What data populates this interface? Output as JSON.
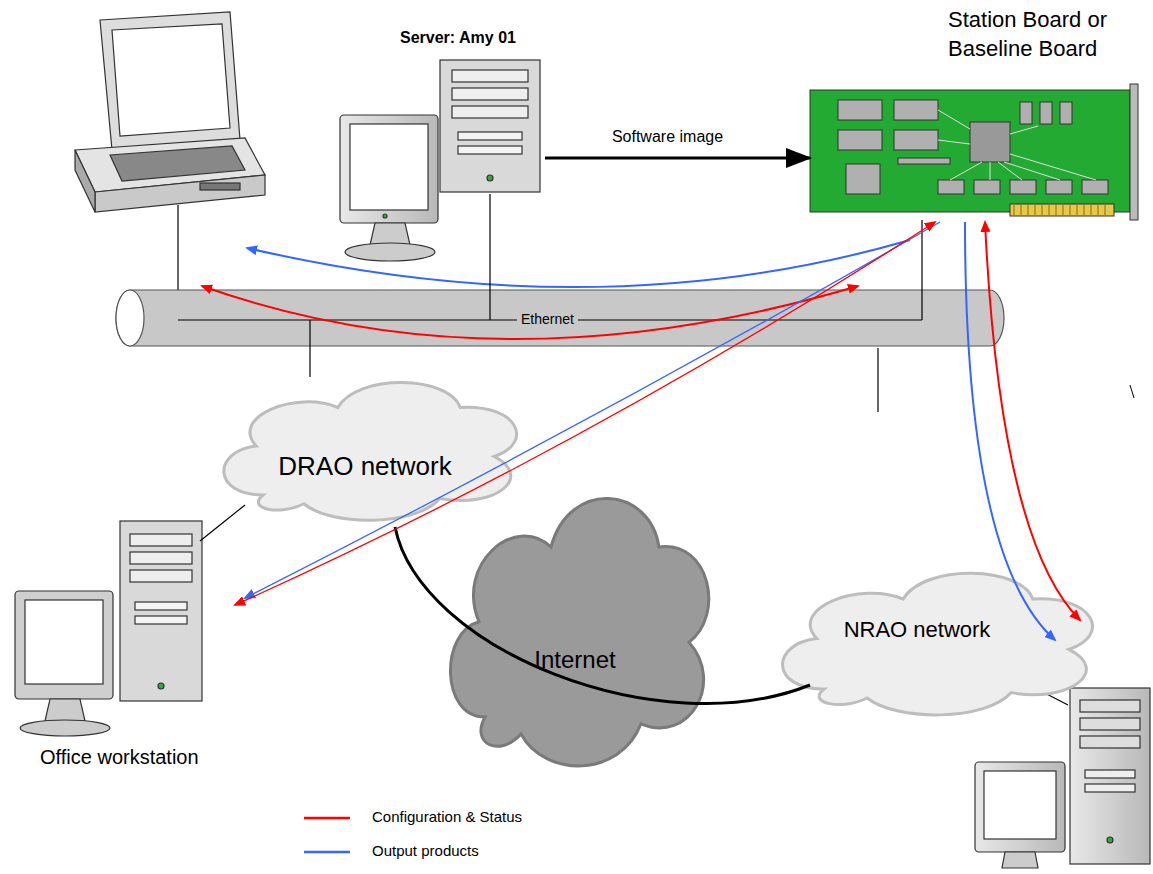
{
  "diagram": {
    "nodes": [
      {
        "text": [
          "Server: Amy 01"
        ]
      },
      {
        "text": [
          "Station Board or Baseline Board"
        ]
      },
      {
        "text": [
          "Ethernet"
        ]
      },
      {
        "text": [
          "DRAO network"
        ]
      },
      {
        "text": [
          "Internet"
        ]
      },
      {
        "text": [
          "NRAO network"
        ]
      },
      {
        "text": [
          "Office workstation"
        ]
      }
    ],
    "edges": [
      {
        "from": 0,
        "to": 1,
        "label": "Software image",
        "arrow": "to"
      },
      {
        "from": 0,
        "to": 2,
        "arrow": "none"
      },
      {
        "from": 1,
        "to": 2,
        "arrow": "none"
      },
      {
        "from": 2,
        "to": 3,
        "arrow": "none"
      },
      {
        "from": 3,
        "to": 6,
        "arrow": "none"
      },
      {
        "from": 3,
        "to": 5,
        "arrow": "none"
      },
      {
        "from": 1,
        "to": 6,
        "arrow": "to"
      },
      {
        "from": 1,
        "to": 6,
        "arrow": "both"
      },
      {
        "from": 1,
        "to": 5,
        "arrow": "to"
      },
      {
        "from": 1,
        "to": 5,
        "arrow": "both"
      }
    ],
    "legend": [
      {
        "text": "Configuration & Status",
        "color": "#ff0000"
      },
      {
        "text": "Output products",
        "color": "#3366ff"
      }
    ]
  }
}
